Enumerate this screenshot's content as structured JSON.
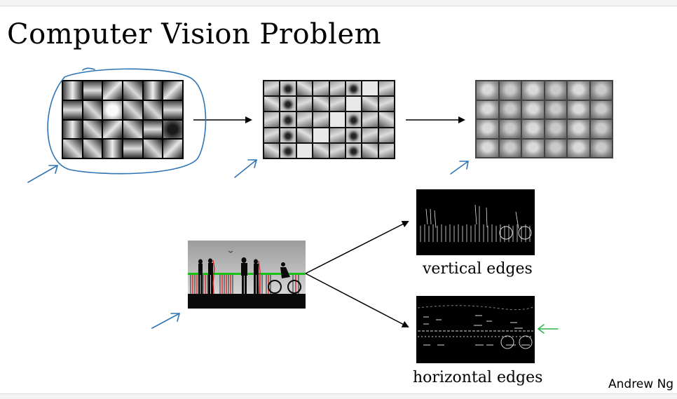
{
  "slide": {
    "title": "Computer Vision Problem",
    "captions": {
      "vertical": "vertical edges",
      "horizontal": "horizontal edges"
    },
    "author": "Andrew Ng"
  },
  "colors": {
    "ink_blue": "#2e75b6",
    "ink_green": "#2fb34a",
    "arrow": "#000000",
    "photo_red": "#d42020",
    "photo_green": "#17c217"
  },
  "icons": [
    "right-arrow-icon",
    "ink-annotation-arrow-icon",
    "green-left-arrow-icon"
  ]
}
